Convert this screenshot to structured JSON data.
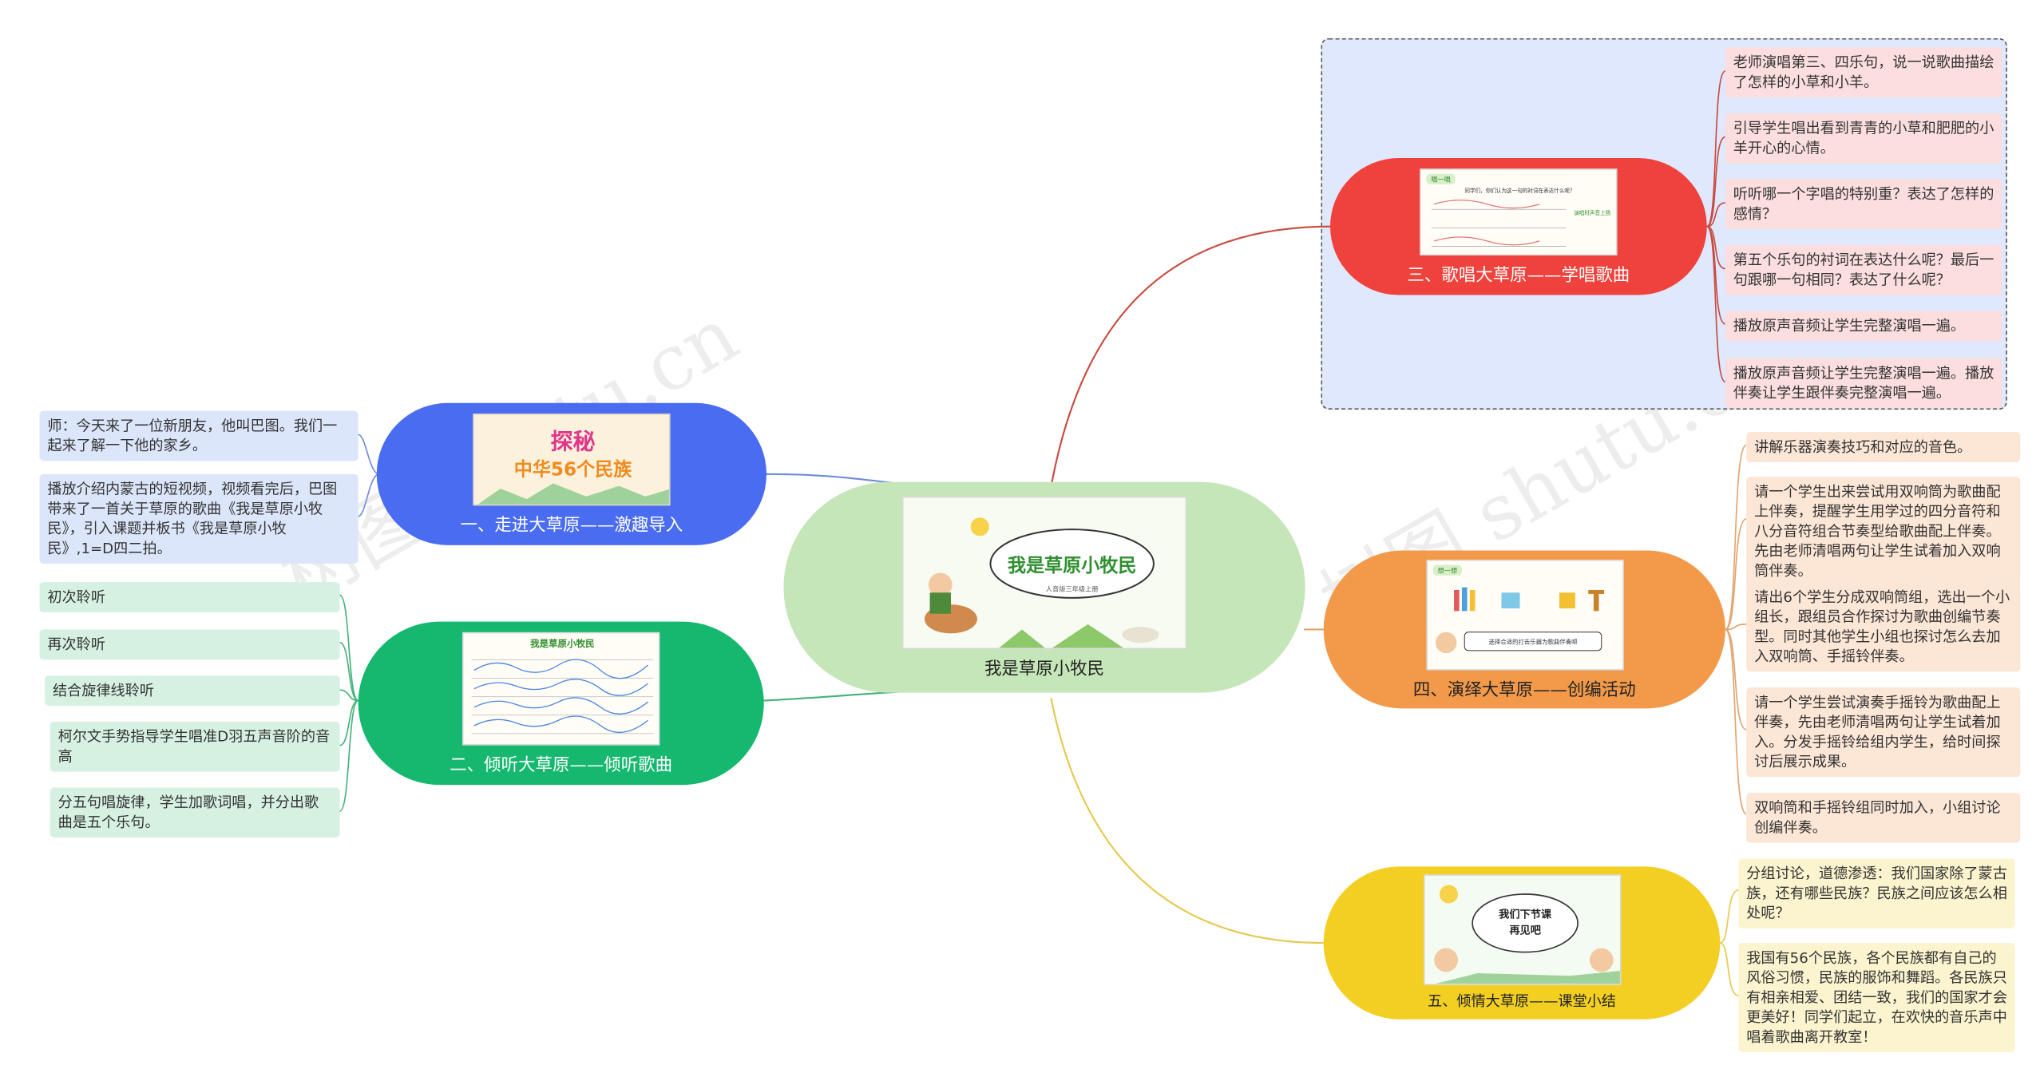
{
  "watermark": "树图 shutu.cn",
  "root": {
    "label": "我是草原小牧民",
    "thumb_title": "我是草原小牧民",
    "thumb_sub": "人音版三年级上册"
  },
  "branches": {
    "b1": {
      "label": "一、走进大草原——激趣导入",
      "thumb_title_1": "探秘",
      "thumb_title_2": "中华56个民族",
      "notes": [
        "师：今天来了一位新朋友，他叫巴图。我们一起来了解一下他的家乡。",
        "播放介绍内蒙古的短视频，视频看完后，巴图带来了一首关于草原的歌曲《我是草原小牧民》，引入课题并板书《我是草原小牧民》,1=D四二拍。"
      ]
    },
    "b2": {
      "label": "二、倾听大草原——倾听歌曲",
      "thumb_title": "我是草原小牧民",
      "notes": [
        "初次聆听",
        "再次聆听",
        "结合旋律线聆听",
        "柯尔文手势指导学生唱准D羽五声音阶的音高",
        "分五句唱旋律，学生加歌词唱，并分出歌曲是五个乐句。"
      ]
    },
    "b3": {
      "label": "三、歌唱大草原——学唱歌曲",
      "thumb_tag": "唱一唱",
      "thumb_q": "同学们，你们认为这一句的衬词在表达什么呢？",
      "thumb_side": "演唱时声音上扬",
      "notes": [
        "老师演唱第三、四乐句，说一说歌曲描绘了怎样的小草和小羊。",
        "引导学生唱出看到青青的小草和肥肥的小羊开心的心情。",
        "听听哪一个字唱的特别重？表达了怎样的感情？",
        "第五个乐句的衬词在表达什么呢？最后一句跟哪一句相同？表达了什么呢？",
        "播放原声音频让学生完整演唱一遍。",
        "播放原声音频让学生完整演唱一遍。播放伴奏让学生跟伴奏完整演唱一遍。"
      ]
    },
    "b4": {
      "label": "四、演绎大草原——创编活动",
      "thumb_tag": "想一想",
      "thumb_q": "选择合适的打击乐器为歌曲伴奏吧",
      "notes": [
        "讲解乐器演奏技巧和对应的音色。",
        "请一个学生出来尝试用双响筒为歌曲配上伴奏，提醒学生用学过的四分音符和八分音符组合节奏型给歌曲配上伴奏。先由老师清唱两句让学生试着加入双响筒伴奏。",
        "请出6个学生分成双响筒组，选出一个小组长，跟组员合作探讨为歌曲创编节奏型。同时其他学生小组也探讨怎么去加入双响筒、手摇铃伴奏。",
        "请一个学生尝试演奏手摇铃为歌曲配上伴奏，先由老师清唱两句让学生试着加入。分发手摇铃给组内学生，给时间探讨后展示成果。",
        "双响筒和手摇铃组同时加入，小组讨论创编伴奏。"
      ]
    },
    "b5": {
      "label": "五、倾情大草原——课堂小结",
      "thumb_line1": "我们下节课",
      "thumb_line2": "再见吧",
      "notes": [
        "分组讨论，道德渗透：我们国家除了蒙古族，还有哪些民族？民族之间应该怎么相处呢？",
        "我国有56个民族，各个民族都有自己的风俗习惯，民族的服饰和舞蹈。各民族只有相亲相爱、团结一致，我们的国家才会更美好！同学们起立，在欢快的音乐声中唱着歌曲离开教室！"
      ]
    }
  },
  "colors": {
    "root": "#c5e6b8",
    "b1": "#4a6cf0",
    "b2": "#15b86e",
    "b3": "#f0423c",
    "b4": "#f29a4a",
    "b5": "#f2cf22",
    "line_b1": "#6d8cd8",
    "line_b2": "#44b27a",
    "line_b3": "#c94a3f",
    "line_b4": "#e0a46e",
    "line_b5": "#e6c84c"
  }
}
